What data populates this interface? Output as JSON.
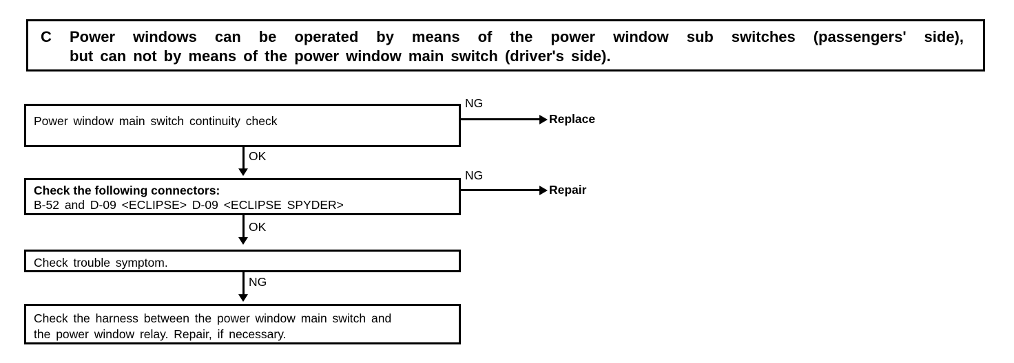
{
  "header": {
    "letter": "C",
    "line1": "Power windows can be operated by means of the power window sub switches (passengers' side),",
    "line2": "but can not by means of the power window main switch (driver's side)."
  },
  "flow": {
    "boxes": [
      {
        "id": "box1",
        "line1": "Power window main switch continuity check",
        "line2": ""
      },
      {
        "id": "box2",
        "line1": "Check the following connectors:",
        "line2": "B-52 and D-09 <ECLIPSE> D-09 <ECLIPSE SPYDER>"
      },
      {
        "id": "box3",
        "line1": "Check trouble symptom.",
        "line2": ""
      },
      {
        "id": "box4",
        "line1": "Check the harness between the power window main switch and",
        "line2": "the power window relay. Repair, if necessary."
      }
    ],
    "connectors": [
      {
        "label": "OK"
      },
      {
        "label": "OK"
      },
      {
        "label": "NG"
      }
    ],
    "branches": [
      {
        "label": "NG",
        "target": "Replace"
      },
      {
        "label": "NG",
        "target": "Repair"
      }
    ]
  }
}
